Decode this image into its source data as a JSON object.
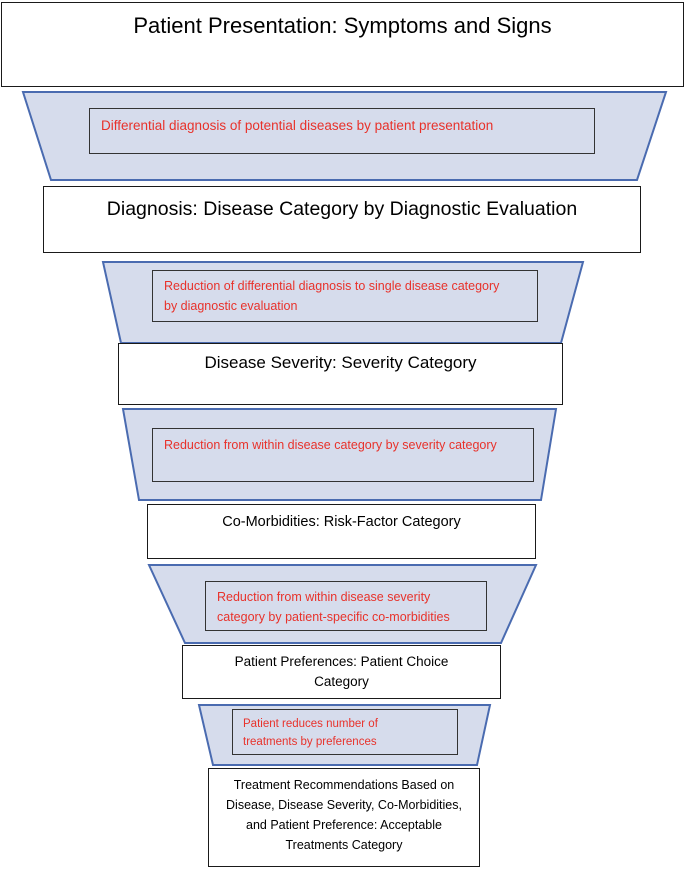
{
  "stages": [
    {
      "title": "Patient Presentation:  Symptoms and Signs"
    },
    {
      "title": "Diagnosis:  Disease Category by Diagnostic Evaluation"
    },
    {
      "title": "Disease Severity:  Severity Category"
    },
    {
      "title": "Co-Morbidities:  Risk-Factor Category"
    },
    {
      "title_line1": "Patient Preferences:  Patient Choice",
      "title_line2": "Category"
    },
    {
      "title_lines": [
        "Treatment Recommendations Based on",
        "Disease, Disease Severity, Co-Morbidities,",
        "and Patient Preference:  Acceptable",
        "Treatments Category"
      ]
    }
  ],
  "reductions": [
    {
      "text": "Differential diagnosis of potential diseases by patient presentation"
    },
    {
      "line1": "Reduction of differential diagnosis to single disease category",
      "line2": "by diagnostic evaluation"
    },
    {
      "text": "Reduction from within disease category by severity category"
    },
    {
      "line1": "Reduction from within disease severity",
      "line2": "category by patient-specific co-morbidities"
    },
    {
      "line1": "Patient reduces number of",
      "line2": "treatments by preferences"
    }
  ],
  "colors": {
    "funnel_fill": "#d6dcec",
    "funnel_stroke": "#4a6bb0",
    "box_border": "#1a1a1a",
    "reduction_text": "#e8322b"
  }
}
